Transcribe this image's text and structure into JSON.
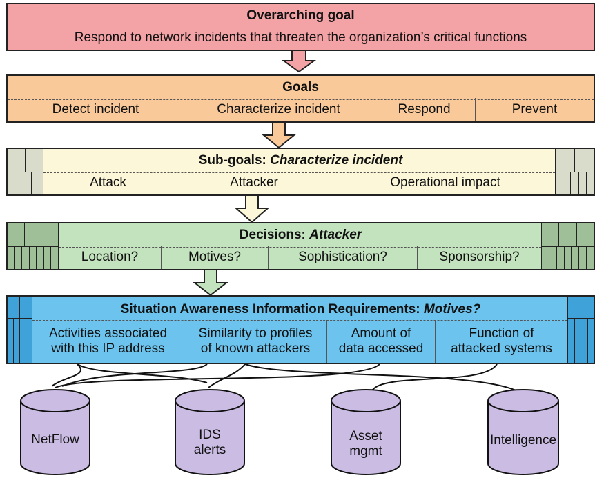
{
  "overarching": {
    "title": "Overarching goal",
    "text": "Respond to network incidents that threaten the organization’s critical  functions"
  },
  "goals": {
    "title": "Goals",
    "items": [
      "Detect incident",
      "Characterize incident",
      "Respond",
      "Prevent"
    ]
  },
  "subgoals": {
    "title_prefix": "Sub-goals: ",
    "title_focus": "Characterize incident",
    "items": [
      "Attack",
      "Attacker",
      "Operational impact"
    ]
  },
  "decisions": {
    "title_prefix": "Decisions: ",
    "title_focus": "Attacker",
    "items": [
      "Location?",
      "Motives?",
      "Sophistication?",
      "Sponsorship?"
    ]
  },
  "sa": {
    "title_prefix": "Situation Awareness Information Requirements: ",
    "title_focus": "Motives?",
    "items": [
      [
        "Activities associated",
        "with this IP address"
      ],
      [
        "Similarity to profiles",
        "of known attackers"
      ],
      [
        "Amount of",
        "data accessed"
      ],
      [
        "Function of",
        "attacked systems"
      ]
    ]
  },
  "sources": [
    [
      "NetFlow"
    ],
    [
      "IDS",
      "alerts"
    ],
    [
      "Asset",
      "mgmt"
    ],
    [
      "Intelligence"
    ]
  ],
  "colors": {
    "overarching": "#f3a3a6",
    "goals": "#f9c99a",
    "subgoals": "#fbf7d8",
    "subgoals_side": "#d9dccb",
    "decisions": "#c3e2be",
    "decisions_side": "#9fbf98",
    "sa": "#6cc4ee",
    "sa_side": "#3fa2d8",
    "database": "#cabce2"
  }
}
